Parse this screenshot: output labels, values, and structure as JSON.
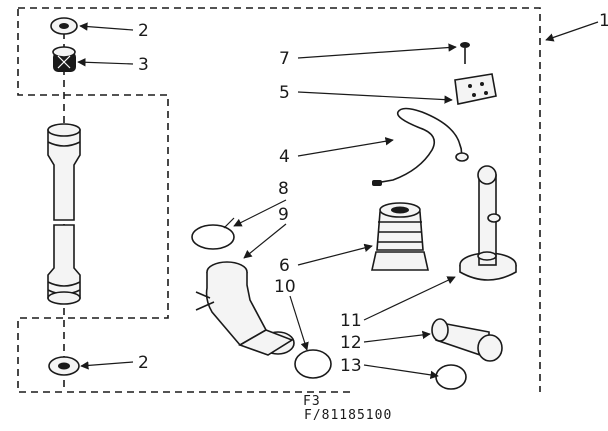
{
  "callouts": {
    "c1": "1",
    "c2a": "2",
    "c2b": "2",
    "c3": "3",
    "c4": "4",
    "c5": "5",
    "c6": "6",
    "c7": "7",
    "c8": "8",
    "c9": "9",
    "c10": "10",
    "c11": "11",
    "c12": "12",
    "c13": "13"
  },
  "caption": {
    "figure": "F3",
    "part_number": "F/81185100"
  }
}
